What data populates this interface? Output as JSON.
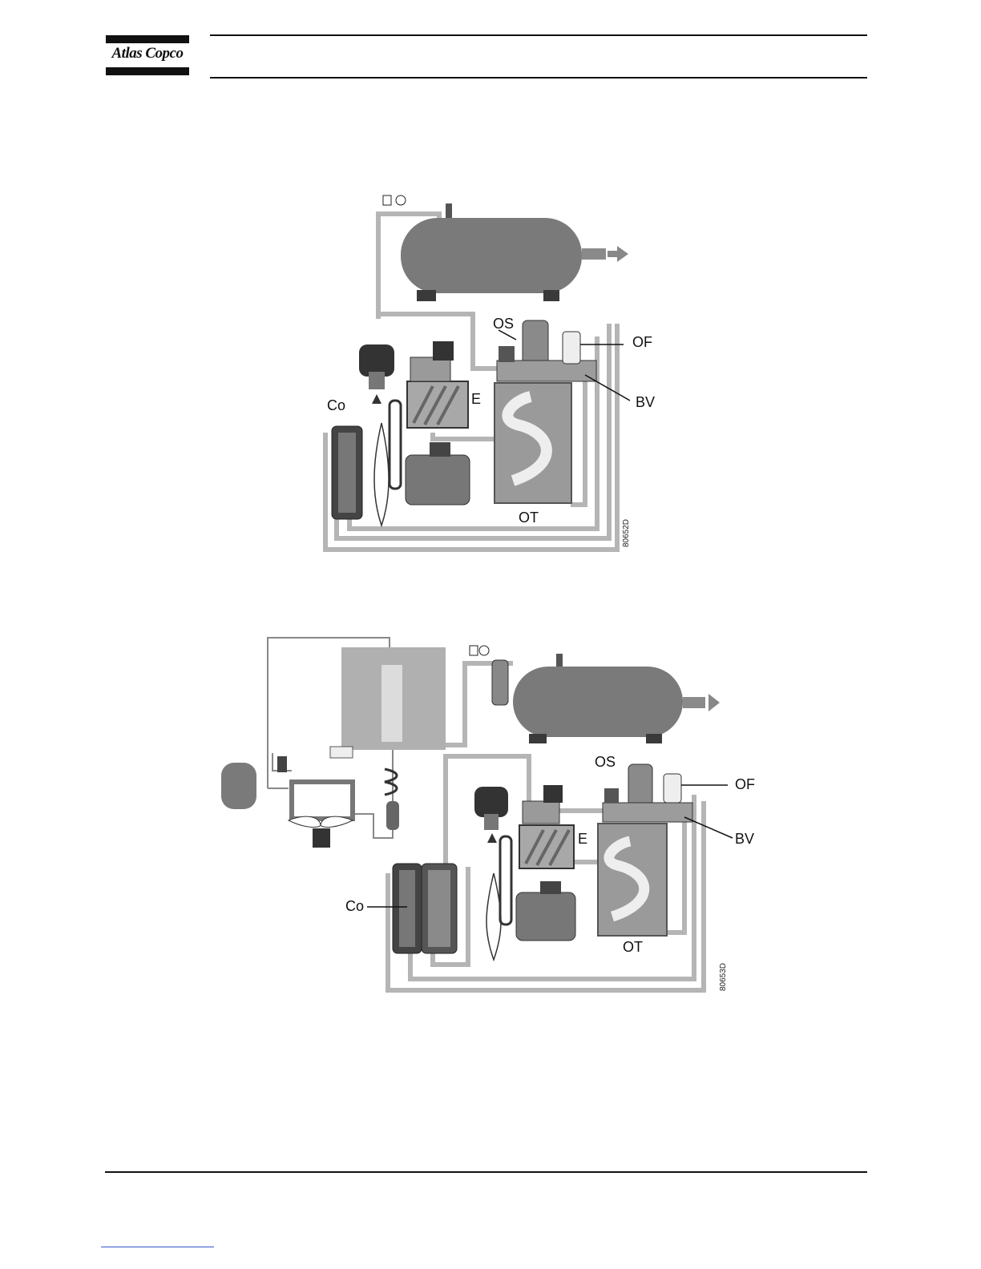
{
  "header": {
    "logo_text": "Atlas Copco"
  },
  "figure1": {
    "labels": {
      "os": "OS",
      "of": "OF",
      "e": "E",
      "bv": "BV",
      "co": "Co",
      "ot": "OT"
    },
    "code": "80652D"
  },
  "figure2": {
    "labels": {
      "os": "OS",
      "of": "OF",
      "e": "E",
      "bv": "BV",
      "co": "Co",
      "ot": "OT"
    },
    "code": "80653D"
  },
  "colors": {
    "ink": "#111111",
    "pipe": "#b5b5b5",
    "tank": "#7a7a7a",
    "dark": "#3a3a3a"
  }
}
